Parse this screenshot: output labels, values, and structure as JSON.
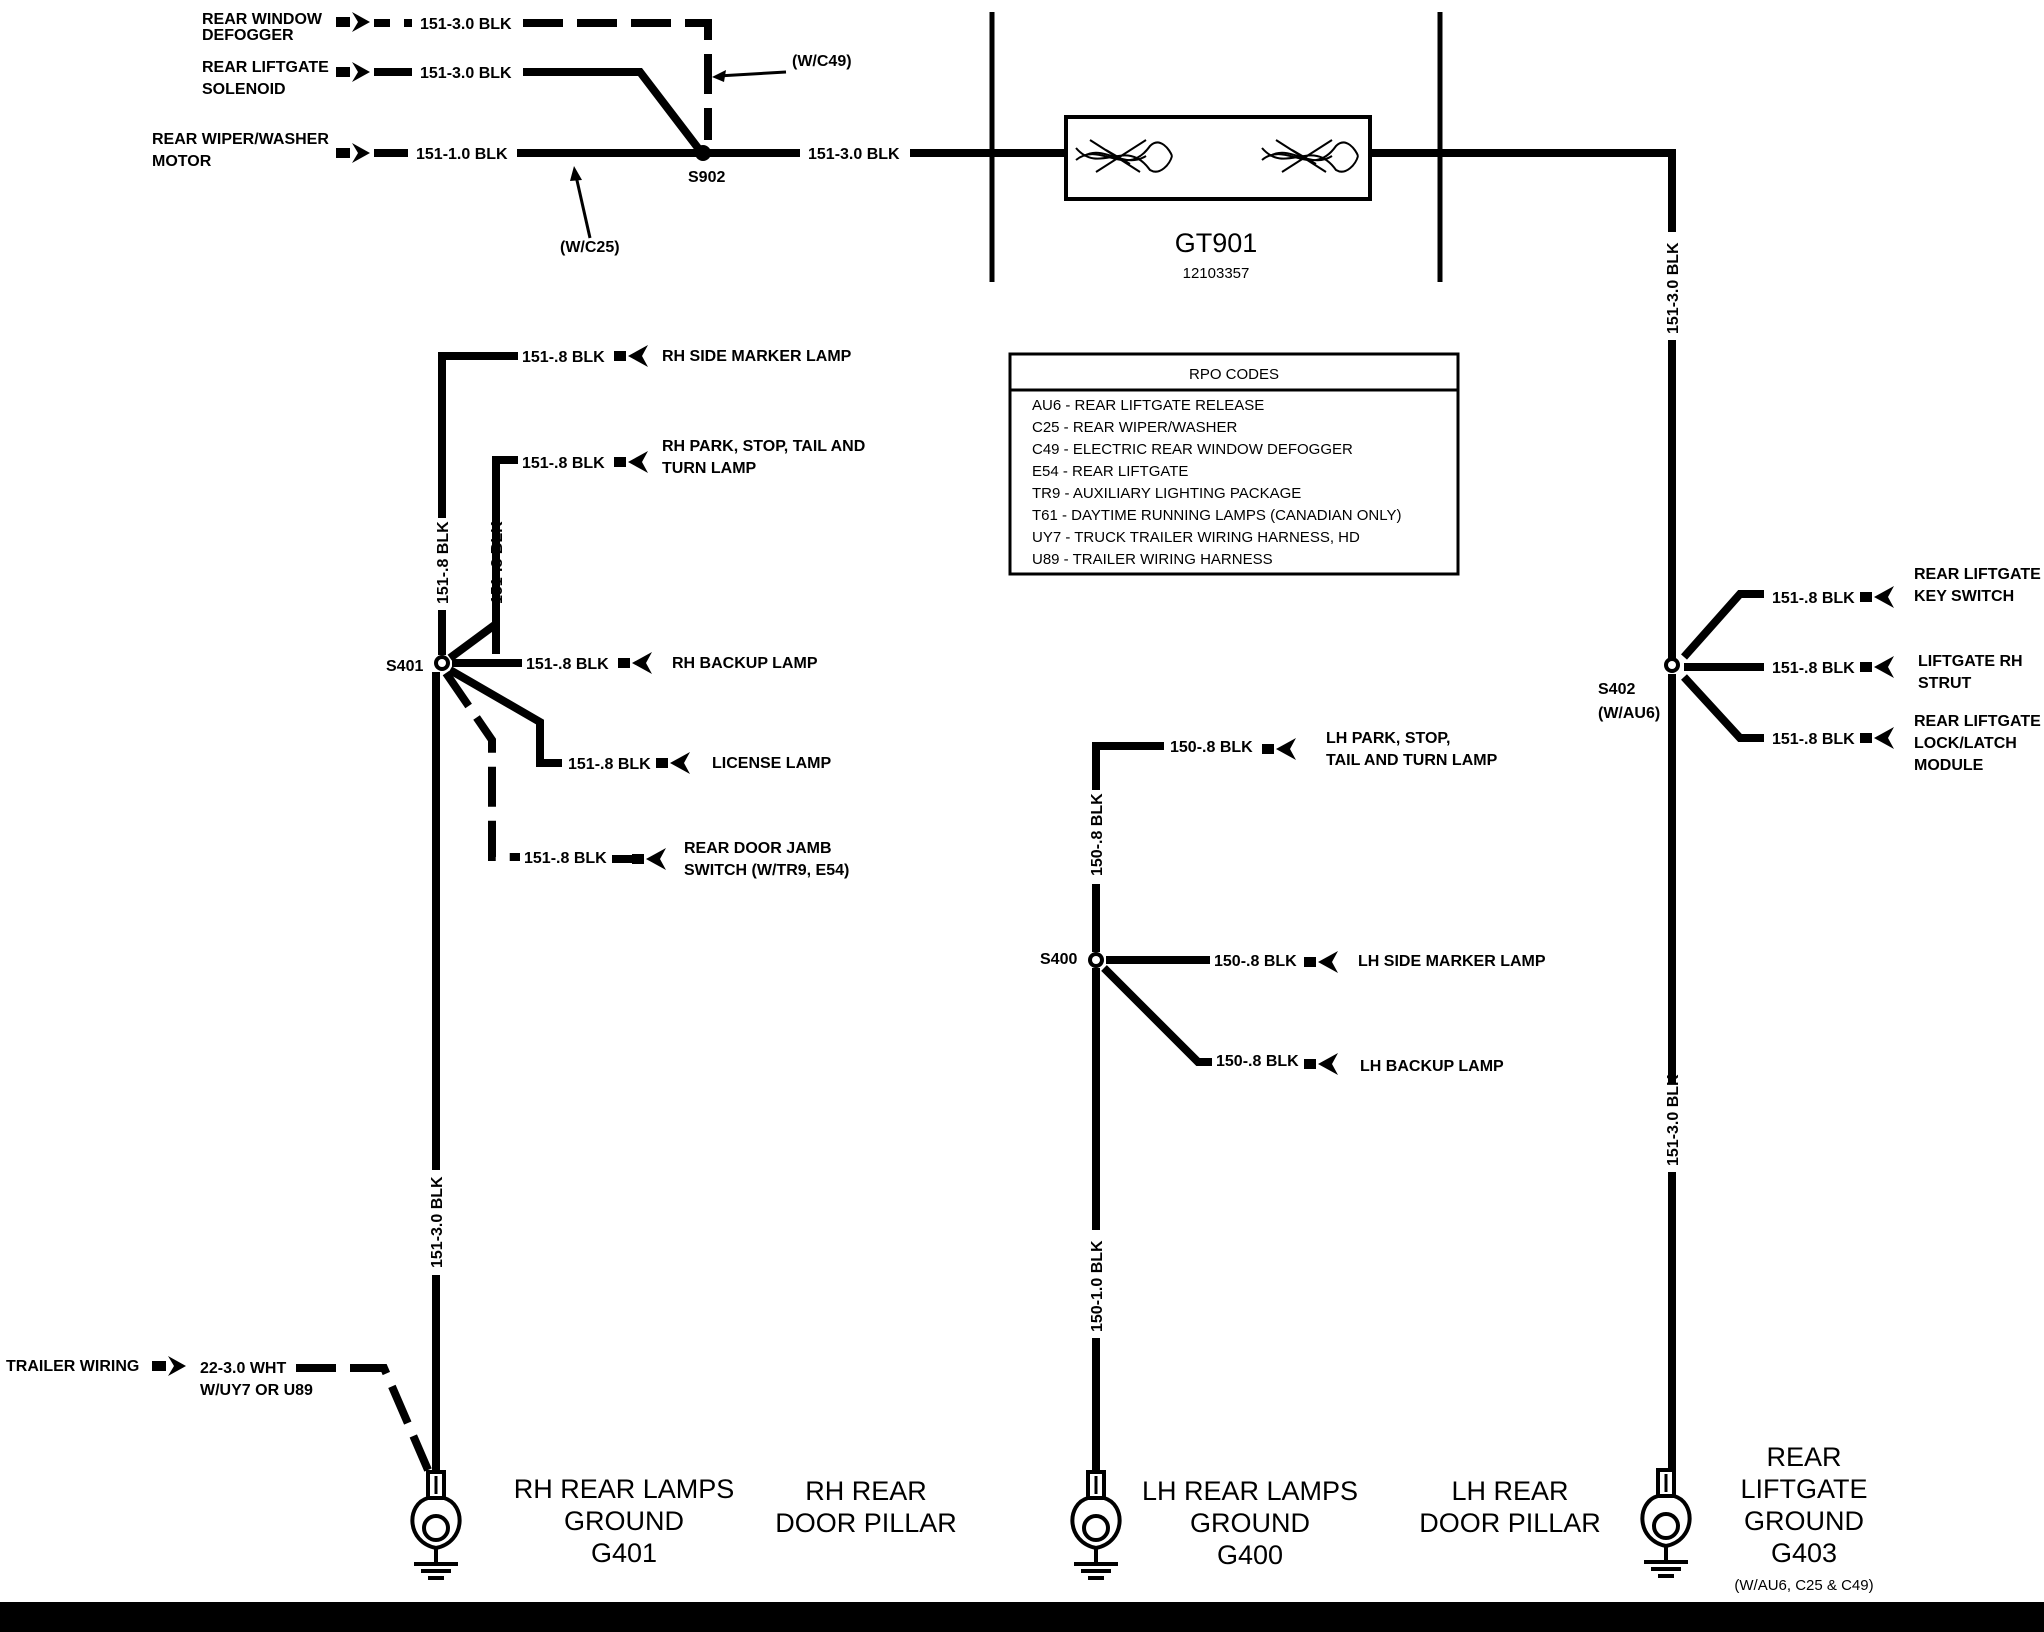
{
  "top": {
    "rear_window_defogger": [
      "REAR WINDOW",
      "DEFOGGER"
    ],
    "rear_liftgate_solenoid": [
      "REAR LIFTGATE",
      "SOLENOID"
    ],
    "rear_wiper_motor": [
      "REAR WIPER/WASHER",
      "MOTOR"
    ],
    "wire_151_30": "151-3.0 BLK",
    "wire_151_10": "151-1.0 BLK",
    "w_c49": "(W/C49)",
    "w_c25": "(W/C25)",
    "s902": "S902"
  },
  "gt901": {
    "name": "GT901",
    "part": "12103357"
  },
  "rpo": {
    "title": "RPO CODES",
    "codes": [
      "AU6 - REAR LIFTGATE RELEASE",
      "C25 - REAR WIPER/WASHER",
      "C49 - ELECTRIC REAR WINDOW DEFOGGER",
      "E54 - REAR LIFTGATE",
      "TR9 - AUXILIARY LIGHTING PACKAGE",
      "T61 - DAYTIME RUNNING LAMPS (CANADIAN ONLY)",
      "UY7 - TRUCK TRAILER WIRING HARNESS, HD",
      "U89 - TRAILER WIRING HARNESS"
    ]
  },
  "rh": {
    "wire_151_8": "151-.8 BLK",
    "wire_151_30": "151-3.0 BLK",
    "side_marker": "RH SIDE MARKER LAMP",
    "park_stop": [
      "RH PARK, STOP, TAIL AND",
      "TURN LAMP"
    ],
    "s401": "S401",
    "backup": "RH BACKUP LAMP",
    "license": "LICENSE LAMP",
    "door_jamb": [
      "REAR DOOR JAMB",
      "SWITCH (W/TR9, E54)"
    ],
    "trailer": "TRAILER WIRING",
    "trailer_wire": [
      "22-3.0 WHT",
      "W/UY7 OR U89"
    ],
    "ground": [
      "RH REAR LAMPS",
      "GROUND",
      "G401"
    ],
    "pillar": [
      "RH REAR",
      "DOOR PILLAR"
    ]
  },
  "lh": {
    "wire_150_8": "150-.8 BLK",
    "wire_150_10": "150-1.0 BLK",
    "park_stop": [
      "LH PARK, STOP,",
      "TAIL AND TURN LAMP"
    ],
    "s400": "S400",
    "side_marker": "LH SIDE MARKER LAMP",
    "backup": "LH BACKUP LAMP",
    "ground": [
      "LH REAR LAMPS",
      "GROUND",
      "G400"
    ],
    "pillar": [
      "LH REAR",
      "DOOR PILLAR"
    ]
  },
  "liftgate": {
    "wire_151_30": "151-3.0 BLK",
    "wire_151_8": "151-.8 BLK",
    "s402": [
      "S402",
      "(W/AU6)"
    ],
    "key_switch": [
      "REAR LIFTGATE",
      "KEY SWITCH"
    ],
    "rh_strut": [
      "LIFTGATE RH",
      "STRUT"
    ],
    "lock_latch": [
      "REAR LIFTGATE",
      "LOCK/LATCH",
      "MODULE"
    ],
    "ground": [
      "REAR",
      "LIFTGATE",
      "GROUND",
      "G403"
    ],
    "ground_note": "(W/AU6, C25 & C49)"
  }
}
